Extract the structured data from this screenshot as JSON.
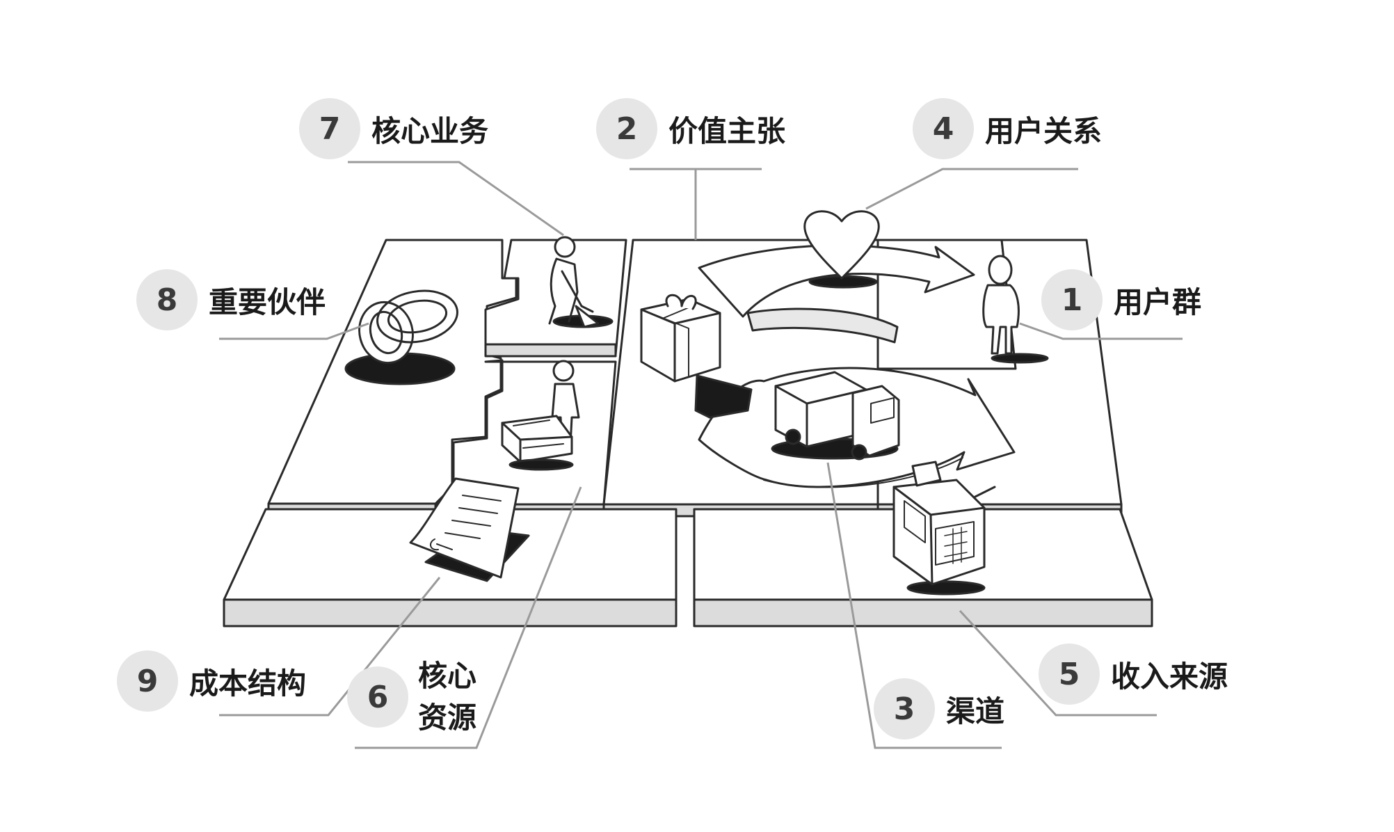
{
  "blocks": [
    {
      "number": "1",
      "label": "用户群"
    },
    {
      "number": "2",
      "label": "价值主张"
    },
    {
      "number": "3",
      "label": "渠道"
    },
    {
      "number": "4",
      "label": "用户关系"
    },
    {
      "number": "5",
      "label": "收入来源"
    },
    {
      "number": "6",
      "label_line1": "核心",
      "label_line2": "资源"
    },
    {
      "number": "7",
      "label": "核心业务"
    },
    {
      "number": "8",
      "label": "重要伙伴"
    },
    {
      "number": "9",
      "label": "成本结构"
    }
  ],
  "colors": {
    "badge_fill": "#e6e6e6",
    "badge_text": "#3a3a3a",
    "label_text": "#1a1a1a",
    "sketch_stroke": "#2a2a2a",
    "leader_line": "#9a9a9a",
    "board_side": "#dcdcdc"
  },
  "icons": [
    "rings-icon",
    "person-digging-icon",
    "person-with-box-icon",
    "contract-icon",
    "gift-box-icon",
    "heart-icon",
    "person-icon",
    "delivery-truck-icon",
    "cash-register-icon",
    "circular-arrow-icon"
  ]
}
